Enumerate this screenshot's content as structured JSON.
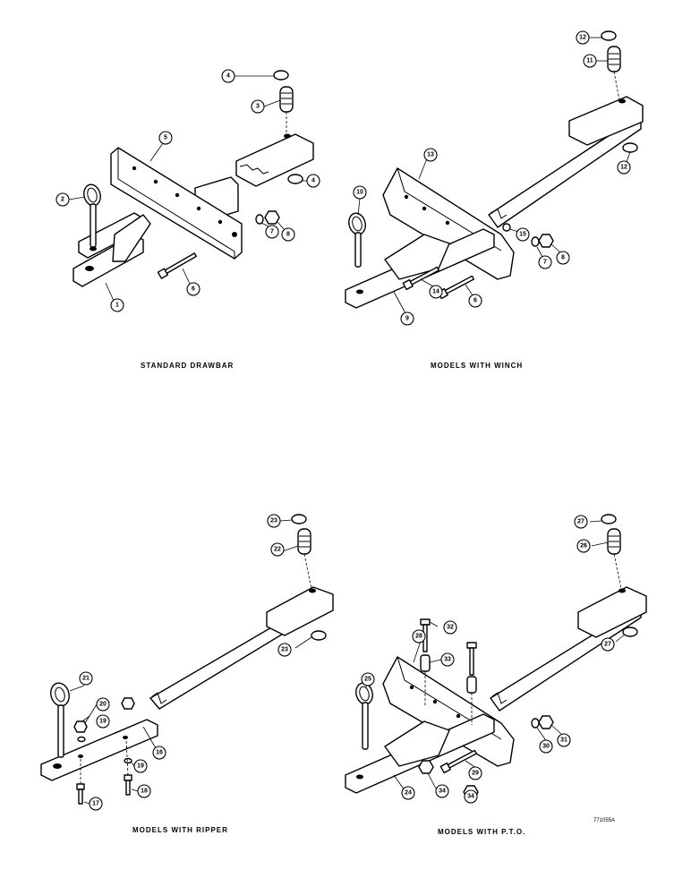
{
  "figures": {
    "standard_drawbar": {
      "caption": "STANDARD DRAWBAR",
      "callouts": [
        "1",
        "2",
        "3",
        "4",
        "4",
        "5",
        "6",
        "7",
        "8"
      ]
    },
    "models_with_winch": {
      "caption": "MODELS WITH WINCH",
      "callouts": [
        "6",
        "7",
        "8",
        "9",
        "10",
        "11",
        "12",
        "12",
        "13",
        "14",
        "15"
      ]
    },
    "models_with_ripper": {
      "caption": "MODELS WITH RIPPER",
      "callouts": [
        "16",
        "17",
        "18",
        "19",
        "19",
        "20",
        "21",
        "22",
        "23",
        "23"
      ]
    },
    "models_with_pto": {
      "caption": "MODELS WITH P.T.O.",
      "callouts": [
        "24",
        "25",
        "26",
        "27",
        "27",
        "28",
        "29",
        "30",
        "31",
        "32",
        "33",
        "34",
        "34"
      ]
    }
  },
  "figure_code": "771055A"
}
